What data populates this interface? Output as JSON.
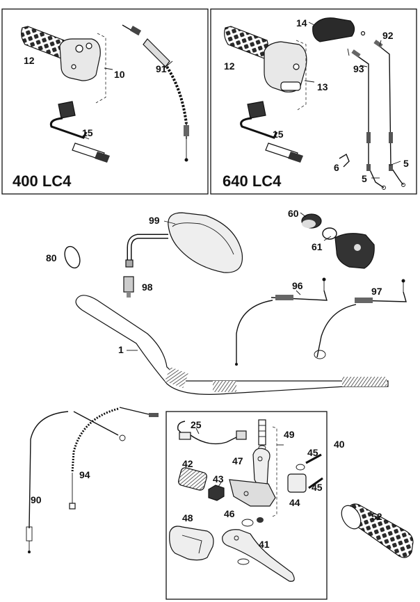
{
  "panels": {
    "left_model": "400 LC4",
    "right_model": "640 LC4"
  },
  "callouts": {
    "p12a": "12",
    "p10": "10",
    "p91": "91",
    "p15a": "15",
    "p14": "14",
    "p92": "92",
    "p12b": "12",
    "p93": "93",
    "p13": "13",
    "p15b": "15",
    "p6": "6",
    "p5a": "5",
    "p5b": "5",
    "p99": "99",
    "p60": "60",
    "p80": "80",
    "p61": "61",
    "p98": "98",
    "p96": "96",
    "p97": "97",
    "p1": "1",
    "p25": "25",
    "p40": "40",
    "p49": "49",
    "p47": "47",
    "p45a": "45",
    "p42": "42",
    "p43": "43",
    "p45b": "45",
    "p44": "44",
    "p46": "46",
    "p94": "94",
    "p90": "90",
    "p48": "48",
    "p41": "41",
    "p52": "52"
  }
}
